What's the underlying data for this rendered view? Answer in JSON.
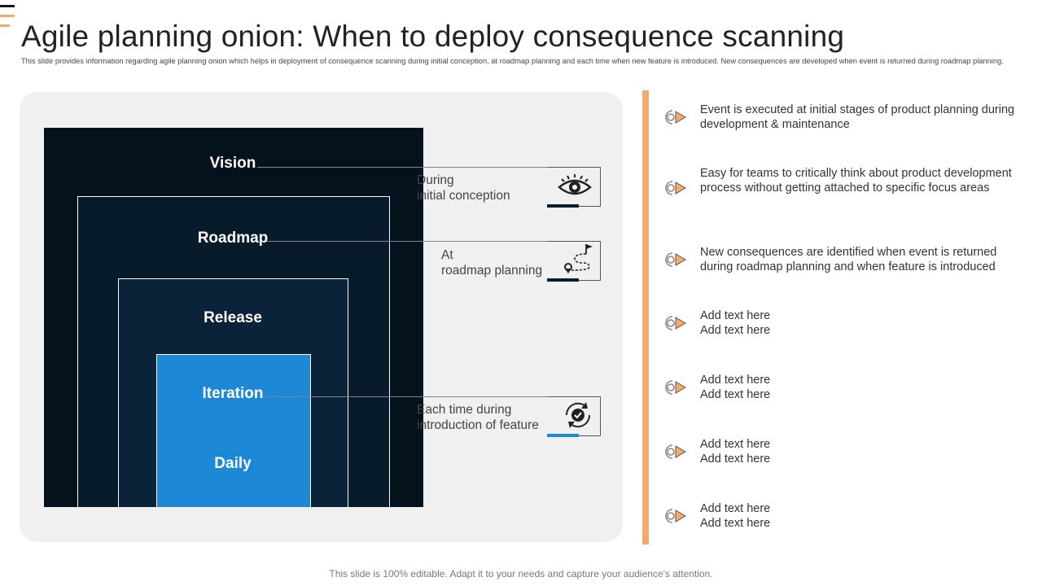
{
  "colors": {
    "accent_orange": "#f4aa6a",
    "layer_outer": "#03121d",
    "layer_roadmap": "#081b2a",
    "layer_release": "#0a2338",
    "layer_iteration": "#1d89d6",
    "bar_dark": "#0b1c2c",
    "bar_blue": "#1d89d6"
  },
  "header": {
    "title": "Agile planning onion: When to deploy consequence scanning",
    "subtitle": "This slide provides information regarding agile planning onion which helps in deployment of consequence scanning during initial conception, at roadmap planning and each time when new feature is introduced. New consequences are developed when event is returned during roadmap planning."
  },
  "onion": {
    "layers": [
      {
        "label": "Vision"
      },
      {
        "label": "Roadmap"
      },
      {
        "label": "Release"
      },
      {
        "label": "Iteration"
      },
      {
        "label": "Daily"
      }
    ]
  },
  "callouts": [
    {
      "line1": "During",
      "line2": "initial conception",
      "icon": "eye-icon"
    },
    {
      "line1": "At",
      "line2": "roadmap planning",
      "icon": "roadmap-path-icon"
    },
    {
      "line1": "Each time during",
      "line2": "introduction of feature",
      "icon": "cycle-check-icon"
    }
  ],
  "bullets": [
    {
      "text": "Event is executed at initial stages of product planning during development & maintenance",
      "icon": "target-arrow-icon"
    },
    {
      "text": "Easy for teams to critically think about product development process without getting attached to specific focus areas",
      "icon": "target-arrow-icon"
    },
    {
      "text": "New consequences are identified when event is returned during roadmap planning and when feature is introduced",
      "icon": "target-arrow-icon"
    },
    {
      "line1": "Add text here",
      "line2": "Add text here",
      "icon": "target-arrow-icon"
    },
    {
      "line1": "Add text here",
      "line2": "Add text here",
      "icon": "target-arrow-icon"
    },
    {
      "line1": "Add text here",
      "line2": "Add text here",
      "icon": "target-arrow-icon"
    },
    {
      "line1": "Add text here",
      "line2": "Add text here",
      "icon": "target-arrow-icon"
    }
  ],
  "footer": {
    "text": "This slide is 100% editable. Adapt it to your needs and capture your audience's attention."
  }
}
